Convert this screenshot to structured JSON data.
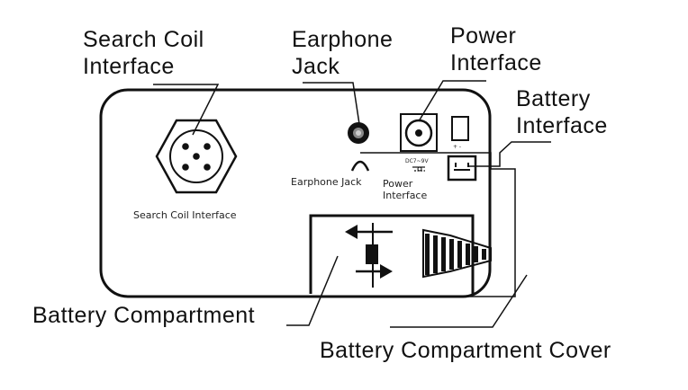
{
  "callouts": {
    "search_coil": [
      "Search Coil",
      "Interface"
    ],
    "earphone": [
      "Earphone",
      "Jack"
    ],
    "power": [
      "Power",
      "Interface"
    ],
    "battery_interface": [
      "Battery",
      "Interface"
    ],
    "battery_compartment": "Battery Compartment",
    "battery_cover": "Battery Compartment Cover"
  },
  "panel_labels": {
    "search_coil": "Search Coil Interface",
    "earphone": "Earphone Jack",
    "power": [
      "Power",
      "Interface"
    ],
    "dc_rating": "DC7~9V",
    "polarity": "+ -"
  }
}
